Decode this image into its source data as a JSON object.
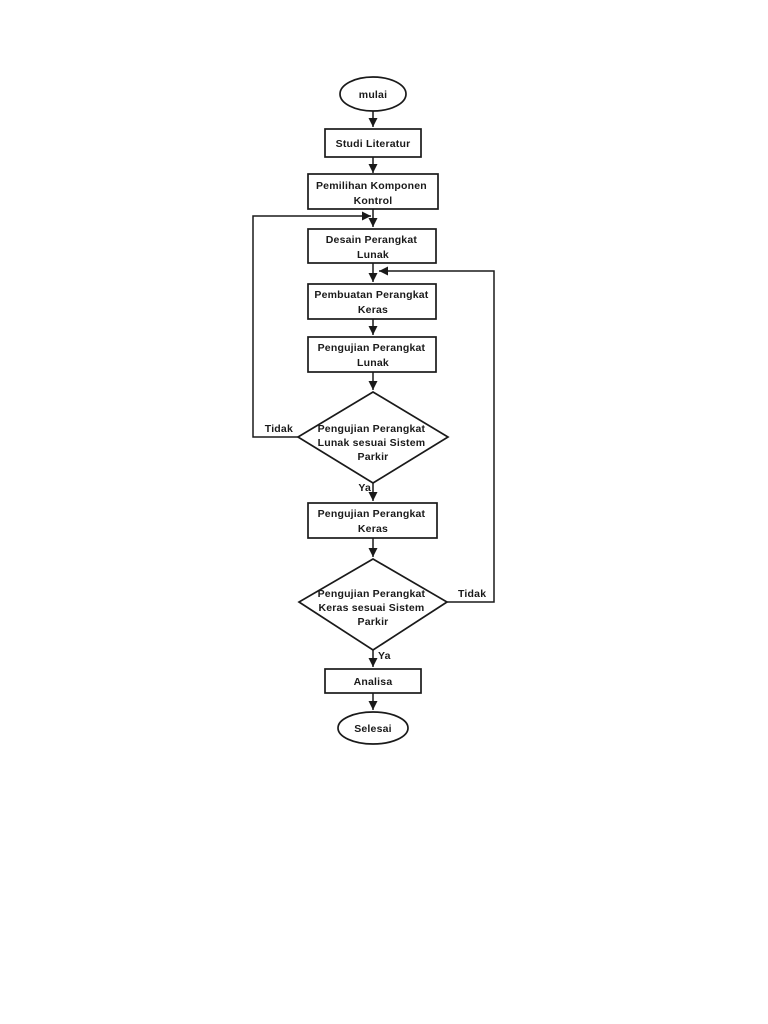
{
  "page": {
    "background": "#ffffff",
    "ink": "#1a1a1a"
  },
  "flowchart": {
    "nodes": {
      "start": {
        "shape": "terminator",
        "label": "mulai"
      },
      "studi_literatur": {
        "shape": "process",
        "label": "Studi Literatur"
      },
      "pemilihan_komponen": {
        "shape": "process",
        "line1": "Pemilihan Komponen",
        "line2": "Kontrol"
      },
      "desain_perangkat_lunak": {
        "shape": "process",
        "line1": "Desain Perangkat",
        "line2": "Lunak"
      },
      "pembuatan_perangkat_keras": {
        "shape": "process",
        "line1": "Pembuatan Perangkat",
        "line2": "Keras"
      },
      "pengujian_perangkat_lunak": {
        "shape": "process",
        "line1": "Pengujian Perangkat",
        "line2": "Lunak"
      },
      "keputusan_lunak": {
        "shape": "decision",
        "line1": "Pengujian Perangkat",
        "line2": "Lunak sesuai Sistem",
        "line3": "Parkir"
      },
      "pengujian_perangkat_keras": {
        "shape": "process",
        "line1": "Pengujian Perangkat",
        "line2": "Keras"
      },
      "keputusan_keras": {
        "shape": "decision",
        "line1": "Pengujian Perangkat",
        "line2": "Keras sesuai Sistem",
        "line3": "Parkir"
      },
      "analisa": {
        "shape": "process",
        "label": "Analisa"
      },
      "end": {
        "shape": "terminator",
        "label": "Selesai"
      }
    },
    "edge_labels": {
      "tidak_lunak": "Tidak",
      "ya_lunak": "Ya",
      "tidak_keras": "Tidak",
      "ya_keras": "Ya"
    }
  }
}
